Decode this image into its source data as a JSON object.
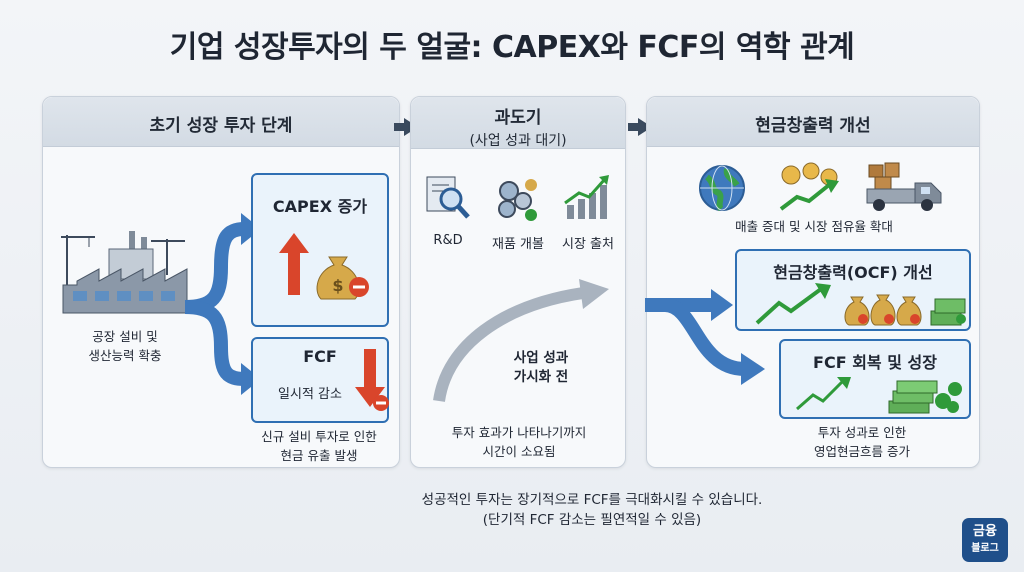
{
  "title": "기업 성장투자의 두 얼굴: CAPEX와 FCF의 역학 관계",
  "panels": {
    "early": {
      "title": "초기 성장 투자 단계",
      "factory_label_1": "공장 설비 및",
      "factory_label_2": "생산능력 확충",
      "capex_box": {
        "title": "CAPEX 증가"
      },
      "fcf_box": {
        "title": "FCF",
        "subtitle": "일시적 감소"
      },
      "caption_1": "신규 설비 투자로 인한",
      "caption_2": "현금 유출 발생"
    },
    "transition": {
      "title": "과도기",
      "subtitle": "(사업 성과 대기)",
      "items": [
        "R&D",
        "재품 개볼",
        "시장 출처"
      ],
      "curve_label_1": "사업 성과",
      "curve_label_2": "가시화 전",
      "caption_1": "투자 효과가 나타나기까지",
      "caption_2": "시간이 소요됨"
    },
    "cash": {
      "title": "현금창출력 개선",
      "top_caption": "매출 증대 및 시장 점유율 확대",
      "ocf_box": {
        "title": "현금창출력(OCF) 개선"
      },
      "fcf_box": {
        "title": "FCF 회복 및 성장"
      },
      "caption_1": "투자 성과로 인한",
      "caption_2": "영업현금흐름 증가"
    }
  },
  "footnote_1": "성공적인 투자는 장기적으로 FCF를 극대화시킬 수 있습니다.",
  "footnote_2": "(단기적 FCF 감소는 필연적일 수 있음)",
  "logo": {
    "line1": "금융",
    "line2": "블로그"
  },
  "colors": {
    "accent_blue": "#2f6fb3",
    "up_red": "#d9452b",
    "growth_green": "#2f9a3a",
    "money_gold": "#d6a94a"
  }
}
